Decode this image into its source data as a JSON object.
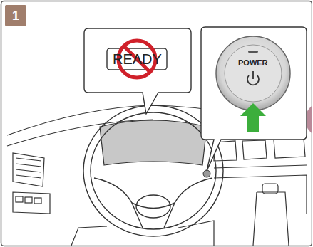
{
  "diagram": {
    "labels": [
      "1",
      "READY",
      "POWER"
    ]
  }
}
